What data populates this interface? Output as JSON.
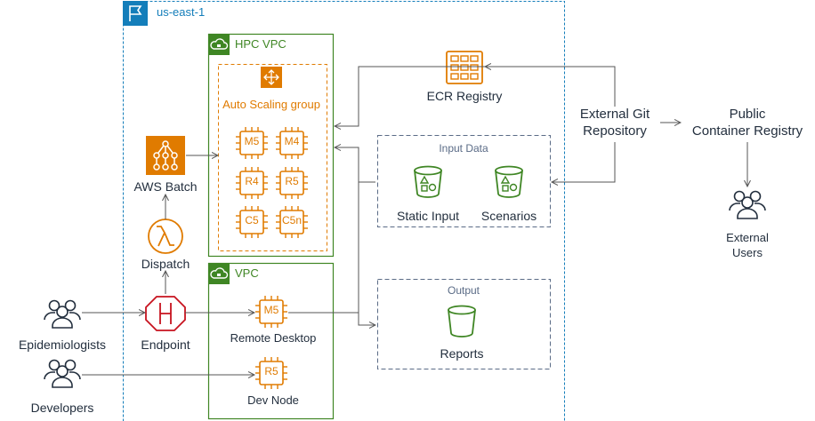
{
  "region": {
    "label": "us-east-1"
  },
  "hpc_vpc": {
    "label": "HPC VPC"
  },
  "vpc": {
    "label": "VPC"
  },
  "auto_scaling": {
    "label": "Auto Scaling group"
  },
  "instances": [
    "M5",
    "M4",
    "R4",
    "R5",
    "C5",
    "C5n"
  ],
  "aws_batch": {
    "label": "AWS Batch"
  },
  "dispatch": {
    "label": "Dispatch"
  },
  "endpoint": {
    "label": "Endpoint"
  },
  "epidemiologists": {
    "label": "Epidemiologists"
  },
  "developers": {
    "label": "Developers"
  },
  "remote_desktop": {
    "chip": "M5",
    "label": "Remote Desktop"
  },
  "dev_node": {
    "chip": "R5",
    "label": "Dev Node"
  },
  "ecr": {
    "label": "ECR Registry"
  },
  "input_data": {
    "label": "Input Data",
    "static_input": "Static Input",
    "scenarios": "Scenarios"
  },
  "output": {
    "label": "Output",
    "reports": "Reports"
  },
  "git": {
    "line1": "External Git",
    "line2": "Repository"
  },
  "public_registry": {
    "line1": "Public",
    "line2": "Container Registry"
  },
  "external_users": {
    "line1": "External",
    "line2": "Users"
  },
  "colors": {
    "orange": "#e07b00",
    "green": "#3f8624",
    "blue": "#147eba",
    "slate": "#5a6b86",
    "dark": "#232f3e",
    "red": "#c7131f"
  }
}
